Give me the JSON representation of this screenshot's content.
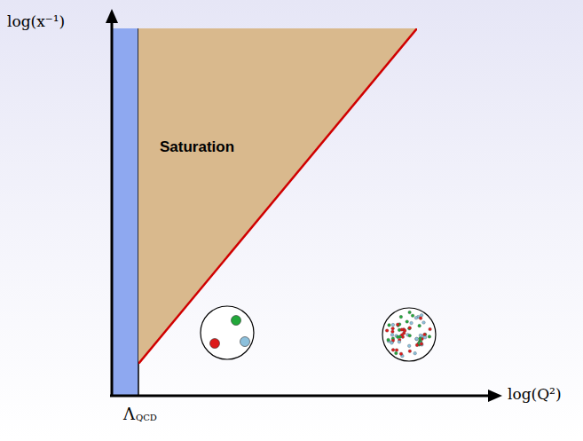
{
  "diagram": {
    "nodes": [
      {
        "text": [
          "Saturation"
        ]
      }
    ],
    "labels": [
      "log(x⁻¹)",
      "log(Q²)",
      "Λ",
      "QCD"
    ]
  }
}
